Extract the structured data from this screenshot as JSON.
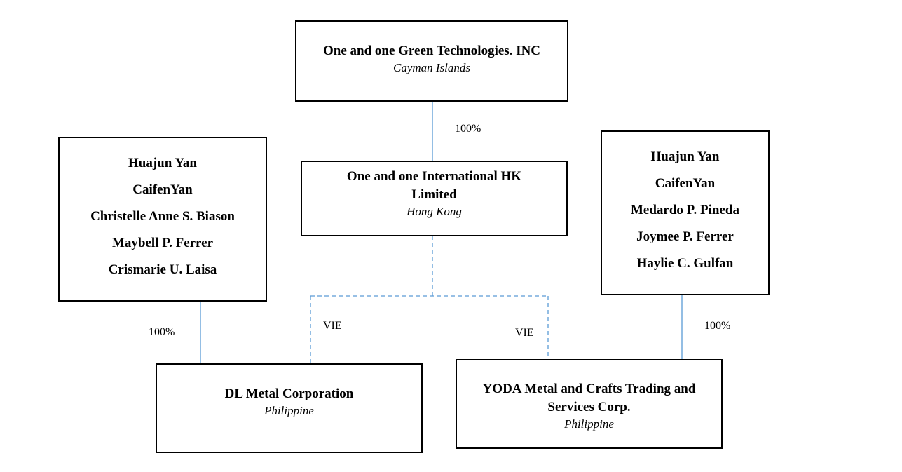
{
  "nodes": {
    "parent": {
      "name": "One and one Green Technologies. INC",
      "location": "Cayman Islands"
    },
    "hk": {
      "name_line1": "One and one International HK",
      "name_line2": "Limited",
      "location": "Hong Kong"
    },
    "dl": {
      "name": "DL Metal Corporation",
      "location": "Philippine"
    },
    "yoda": {
      "name_line1": "YODA Metal and Crafts Trading and",
      "name_line2": "Services Corp.",
      "location": "Philippine"
    }
  },
  "shareholders_left": [
    "Huajun Yan",
    "CaifenYan",
    "Christelle Anne S. Biason",
    "Maybell P. Ferrer",
    "Crismarie U. Laisa"
  ],
  "shareholders_right": [
    "Huajun Yan",
    "CaifenYan",
    "Medardo P. Pineda",
    "Joymee P. Ferrer",
    "Haylie C. Gulfan"
  ],
  "edges": {
    "parent_to_hk": "100%",
    "left_to_dl": "100%",
    "right_to_yoda": "100%",
    "hk_to_dl": "VIE",
    "hk_to_yoda": "VIE"
  },
  "colors": {
    "line": "#5b9bd5",
    "border": "#000000"
  }
}
